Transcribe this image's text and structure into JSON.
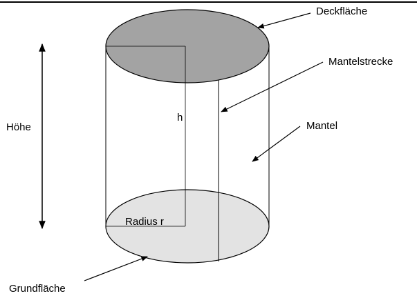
{
  "labels": {
    "top_face": "Deckfläche",
    "generatrix": "Mantelstrecke",
    "lateral_surface": "Mantel",
    "height_side": "Höhe",
    "height": "h",
    "radius": "Radius r",
    "base_face": "Grundfläche"
  },
  "colors": {
    "top_face_fill": "#a3a3a3",
    "base_face_fill": "#e3e3e3",
    "lateral_fill": "#ffffff",
    "line": "#000000"
  }
}
